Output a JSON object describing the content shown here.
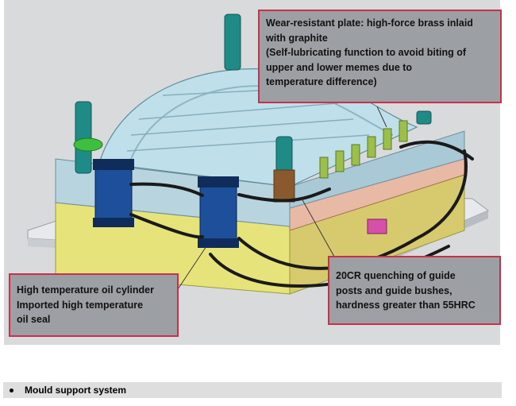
{
  "callouts": {
    "wear_plate": {
      "lines": [
        "Wear-resistant plate: high-force brass inlaid",
        "with graphite",
        "(Self-lubricating function to avoid biting of",
        "upper and lower memes due to",
        "temperature difference)"
      ]
    },
    "oil_cylinder": {
      "lines": [
        "High temperature oil cylinder",
        "Imported high temperature",
        "oil seal"
      ]
    },
    "guide_posts": {
      "lines": [
        "20CR quenching of guide",
        "posts and guide bushes,",
        "hardness greater than 55HRC"
      ]
    }
  },
  "footer": {
    "section_title": "Mould support system"
  },
  "colors": {
    "callout_fill": "#9c9fa3",
    "callout_border": "#c9304a",
    "render_background": "#d8dadc"
  }
}
